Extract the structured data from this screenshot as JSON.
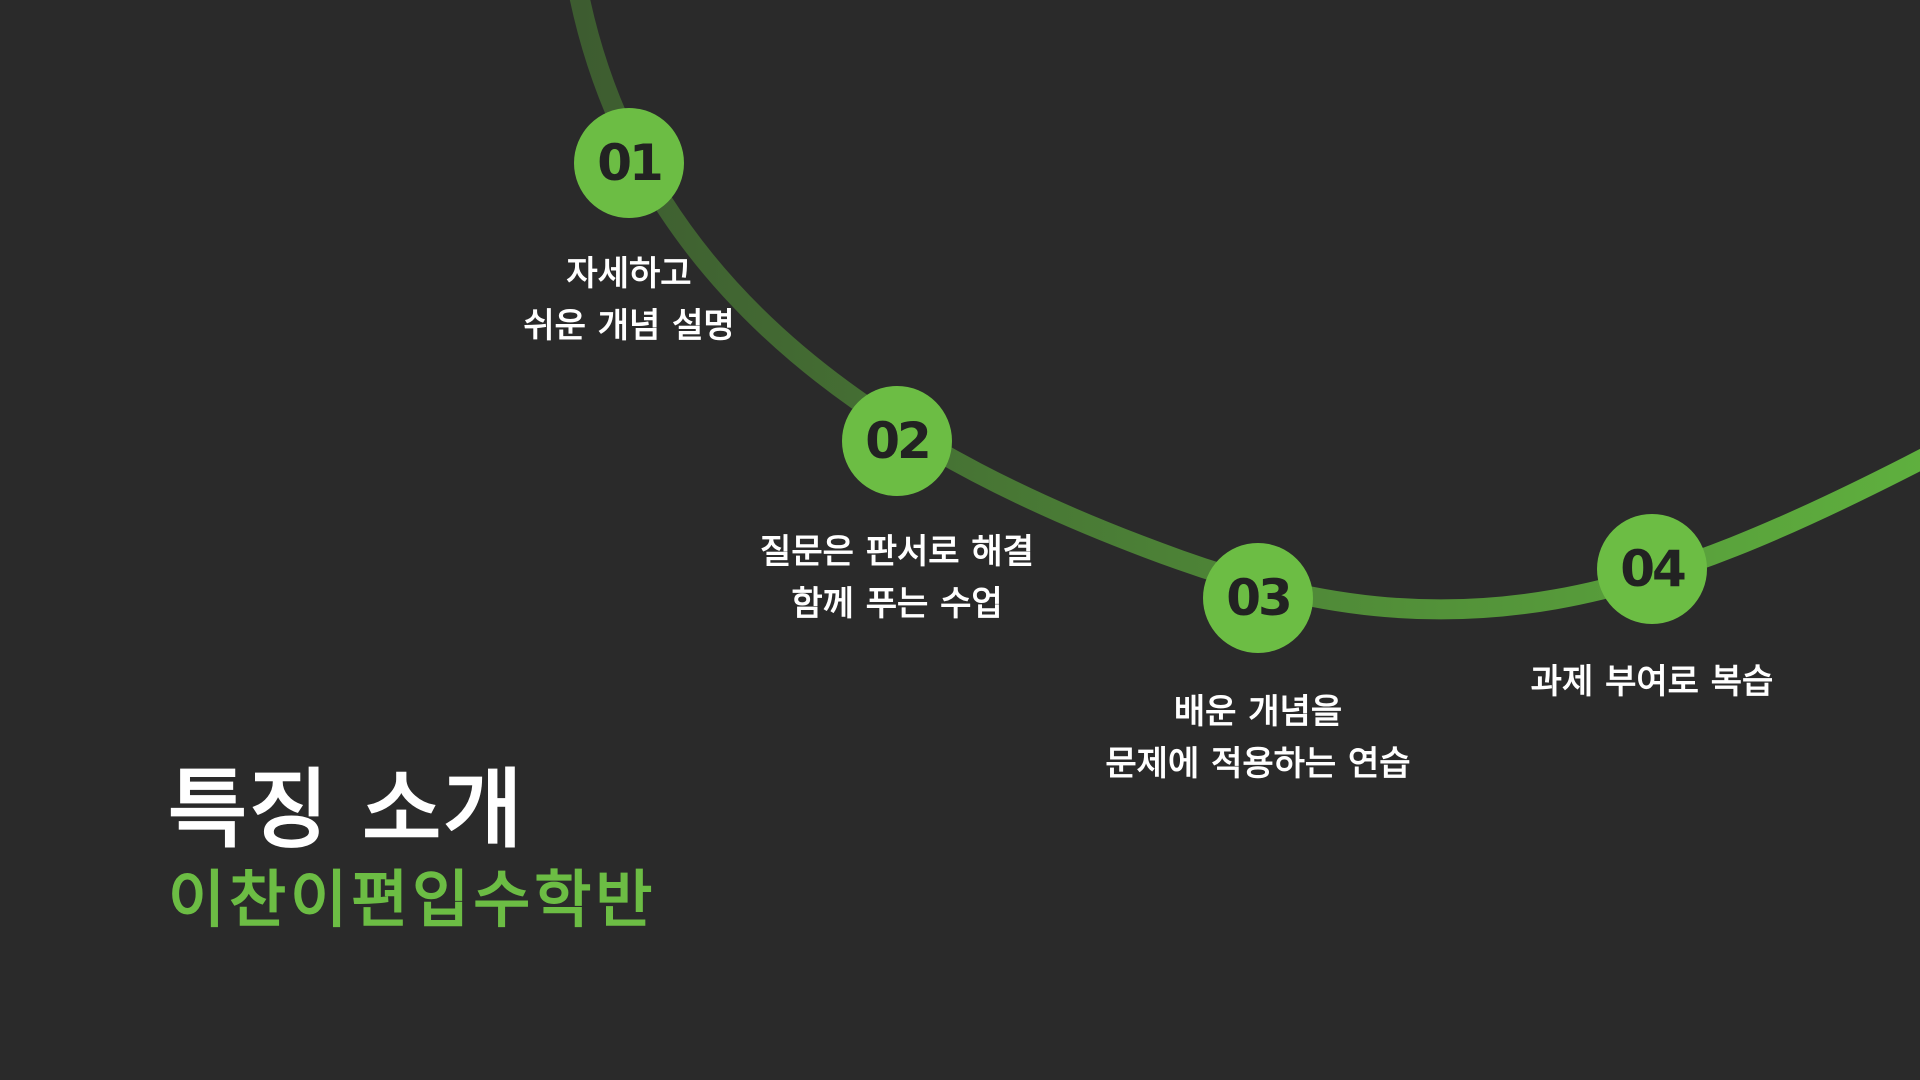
{
  "slide": {
    "title": "특징 소개",
    "subtitle": "이찬이편입수학반",
    "colors": {
      "background": "#2a2a2a",
      "accent": "#6cbd44",
      "curve_start": "#3d5c30",
      "curve_end": "#5fb03e",
      "number_text": "#222222",
      "text": "#ffffff"
    }
  },
  "steps": [
    {
      "number": "01",
      "lines": [
        "자세하고",
        "쉬운 개념 설명"
      ]
    },
    {
      "number": "02",
      "lines": [
        "질문은 판서로 해결",
        "함께 푸는 수업"
      ]
    },
    {
      "number": "03",
      "lines": [
        "배운 개념을",
        "문제에 적용하는 연습"
      ]
    },
    {
      "number": "04",
      "lines": [
        "과제 부여로 복습"
      ]
    }
  ]
}
